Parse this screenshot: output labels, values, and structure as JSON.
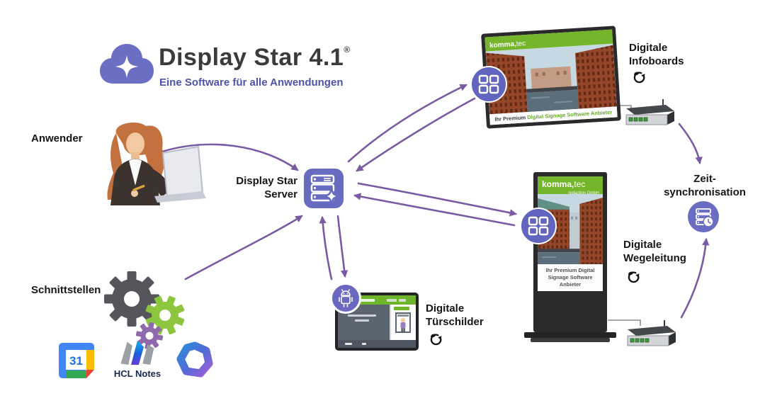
{
  "brand": {
    "title": "Display Star 4.1",
    "registered": "®",
    "subtitle": "Eine Software für alle Anwendungen"
  },
  "nodes": {
    "anwender": {
      "label": "Anwender"
    },
    "server": {
      "line1": "Display Star",
      "line2": "Server"
    },
    "schnittstellen": {
      "label": "Schnittstellen"
    },
    "infoboards": {
      "line1": "Digitale",
      "line2": "Infoboards"
    },
    "wegeleitung": {
      "line1": "Digitale",
      "line2": "Wegeleitung"
    },
    "tuerschilder": {
      "line1": "Digitale",
      "line2": "Türschilder"
    },
    "zeitsync": {
      "line1": "Zeit-",
      "line2": "synchronisation"
    }
  },
  "integrations": {
    "google_calendar_day": "31",
    "hcl_notes_label": "HCL Notes"
  },
  "signage": {
    "brand_bold": "komma,",
    "brand_light": "tec",
    "brand_sub": "redaction GmbH",
    "tagline_prefix": "Ihr Premium ",
    "tagline_highlight": "Digital Signage Software Anbieter",
    "kiosk_tagline_line1": "Ihr Premium Digital",
    "kiosk_tagline_line2": "Signage Software Anbieter"
  },
  "colors": {
    "accent_purple": "#6b6fc4",
    "icon_purple": "#6265bd",
    "arrow_purple": "#7a5ba1",
    "subtitle_indigo": "#4c55a7",
    "signage_green": "#74b52c",
    "tagline_green": "#68ac26",
    "gear_dark": "#54565b",
    "gear_green": "#8cc63f",
    "gear_purple": "#9069ac",
    "title_dark": "#3b3b3d"
  }
}
